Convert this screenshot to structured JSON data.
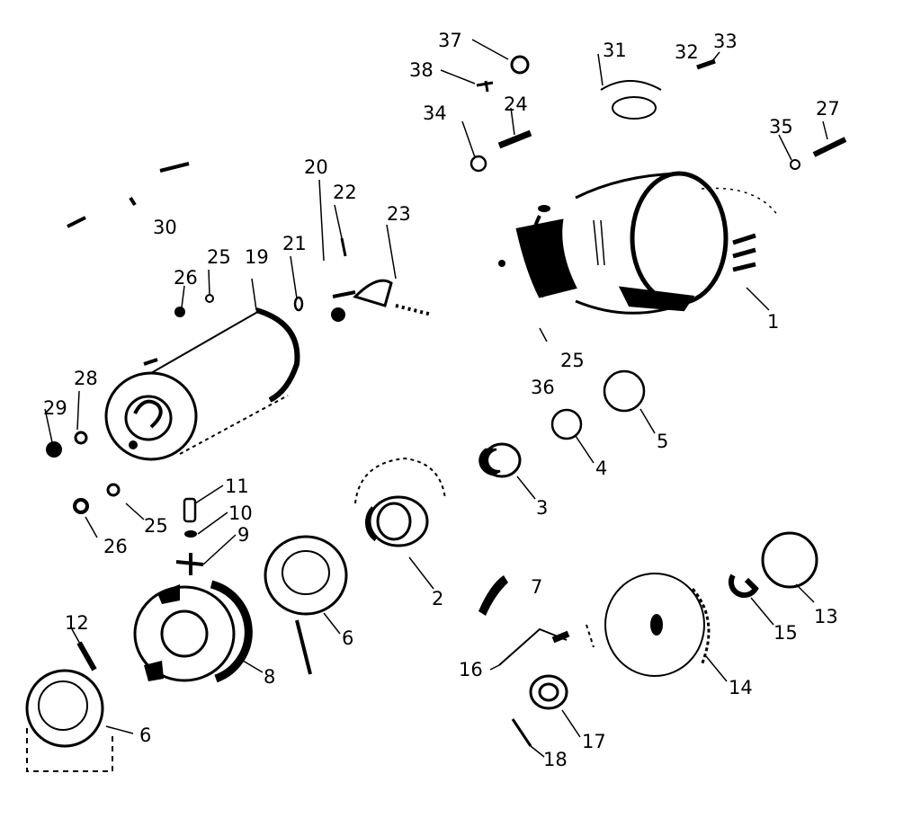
{
  "diagram": {
    "ink_color": "#000000",
    "background_color": "#ffffff",
    "callouts": [
      {
        "id": "1",
        "text": "1"
      },
      {
        "id": "2",
        "text": "2"
      },
      {
        "id": "3",
        "text": "3"
      },
      {
        "id": "4",
        "text": "4"
      },
      {
        "id": "5",
        "text": "5"
      },
      {
        "id": "6a",
        "text": "6"
      },
      {
        "id": "6b",
        "text": "6"
      },
      {
        "id": "7",
        "text": "7"
      },
      {
        "id": "8",
        "text": "8"
      },
      {
        "id": "9",
        "text": "9"
      },
      {
        "id": "10",
        "text": "10"
      },
      {
        "id": "11",
        "text": "11"
      },
      {
        "id": "12",
        "text": "12"
      },
      {
        "id": "13",
        "text": "13"
      },
      {
        "id": "14",
        "text": "14"
      },
      {
        "id": "15",
        "text": "15"
      },
      {
        "id": "16",
        "text": "16"
      },
      {
        "id": "17",
        "text": "17"
      },
      {
        "id": "18",
        "text": "18"
      },
      {
        "id": "19",
        "text": "19"
      },
      {
        "id": "20",
        "text": "20"
      },
      {
        "id": "21",
        "text": "21"
      },
      {
        "id": "22",
        "text": "22"
      },
      {
        "id": "23",
        "text": "23"
      },
      {
        "id": "24",
        "text": "24"
      },
      {
        "id": "25a",
        "text": "25"
      },
      {
        "id": "25b",
        "text": "25"
      },
      {
        "id": "25c",
        "text": "25"
      },
      {
        "id": "26a",
        "text": "26"
      },
      {
        "id": "26b",
        "text": "26"
      },
      {
        "id": "27",
        "text": "27"
      },
      {
        "id": "28",
        "text": "28"
      },
      {
        "id": "29",
        "text": "29"
      },
      {
        "id": "30",
        "text": "30"
      },
      {
        "id": "31",
        "text": "31"
      },
      {
        "id": "32",
        "text": "32"
      },
      {
        "id": "33",
        "text": "33"
      },
      {
        "id": "34",
        "text": "34"
      },
      {
        "id": "35",
        "text": "35"
      },
      {
        "id": "36",
        "text": "36"
      },
      {
        "id": "37",
        "text": "37"
      },
      {
        "id": "38",
        "text": "38"
      }
    ]
  }
}
